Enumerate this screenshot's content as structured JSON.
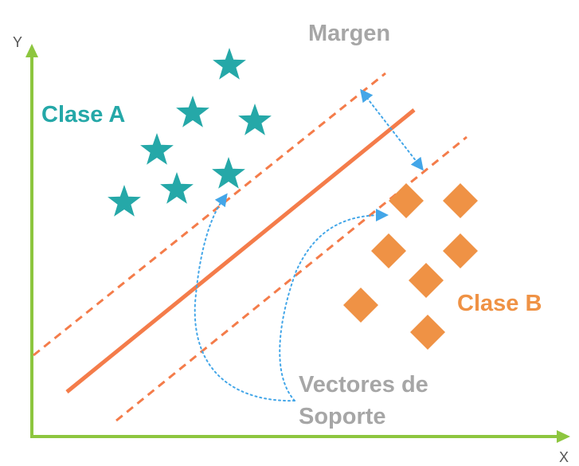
{
  "labels": {
    "margin": "Margen",
    "class_a": "Clase A",
    "class_b": "Clase B",
    "support_vectors_line1": "Vectores de",
    "support_vectors_line2": "Soporte",
    "x_axis": "X",
    "y_axis": "Y"
  },
  "colors": {
    "axis": "#8dc63f",
    "class_a": "#25a8a8",
    "class_b": "#ef9245",
    "hyperplane": "#f47c4a",
    "margin_line": "#f47c4a",
    "support_arrow": "#43a6e8",
    "label_gray": "#a6a6a6"
  },
  "icons": {
    "class_a_marker": "star-icon",
    "class_b_marker": "diamond-icon"
  }
}
